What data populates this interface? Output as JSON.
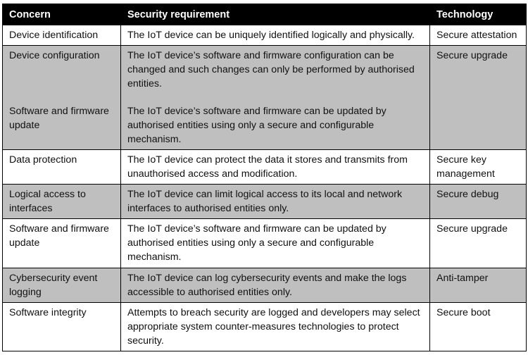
{
  "table": {
    "headers": [
      "Concern",
      "Security requirement",
      "Technology"
    ],
    "rows": [
      {
        "concern": "Device identification",
        "requirement": "The IoT device can be uniquely identified logically and physically.",
        "technology": "Secure attestation"
      },
      {
        "concern": "Device configuration",
        "requirement": "The IoT device’s software and firmware configuration can be changed and such changes can only be performed by authorised entities.",
        "technology": "Secure upgrade"
      },
      {
        "concern": "Software and firmware update",
        "requirement": "The IoT device’s software and firmware can be updated by authorised entities using only a secure and configurable mechanism.",
        "technology": ""
      },
      {
        "concern": "Data protection",
        "requirement": "The IoT device can protect the data it stores and transmits from unauthorised access and modification.",
        "technology": "Secure key management"
      },
      {
        "concern": "Logical access to interfaces",
        "requirement": "The IoT device can limit logical access to its local and network interfaces to authorised entities only.",
        "technology": "Secure debug"
      },
      {
        "concern": "Software and firmware update",
        "requirement": "The IoT device’s software and firmware can be updated by authorised entities using only a secure and configurable mechanism.",
        "technology": "Secure upgrade"
      },
      {
        "concern": "Cybersecurity event logging",
        "requirement": "The IoT device can log cybersecurity events and make the logs accessible to authorised entities only.",
        "technology": "Anti-tamper"
      },
      {
        "concern": "Software integrity",
        "requirement": "Attempts to breach security are logged and developers may select appropriate system counter-measures technologies to protect security.",
        "technology": "Secure boot"
      }
    ]
  },
  "colors": {
    "header_bg": "#000000",
    "header_text": "#ffffff",
    "shaded_row": "#bfbfbf",
    "white_row": "#ffffff",
    "border": "#000000"
  }
}
